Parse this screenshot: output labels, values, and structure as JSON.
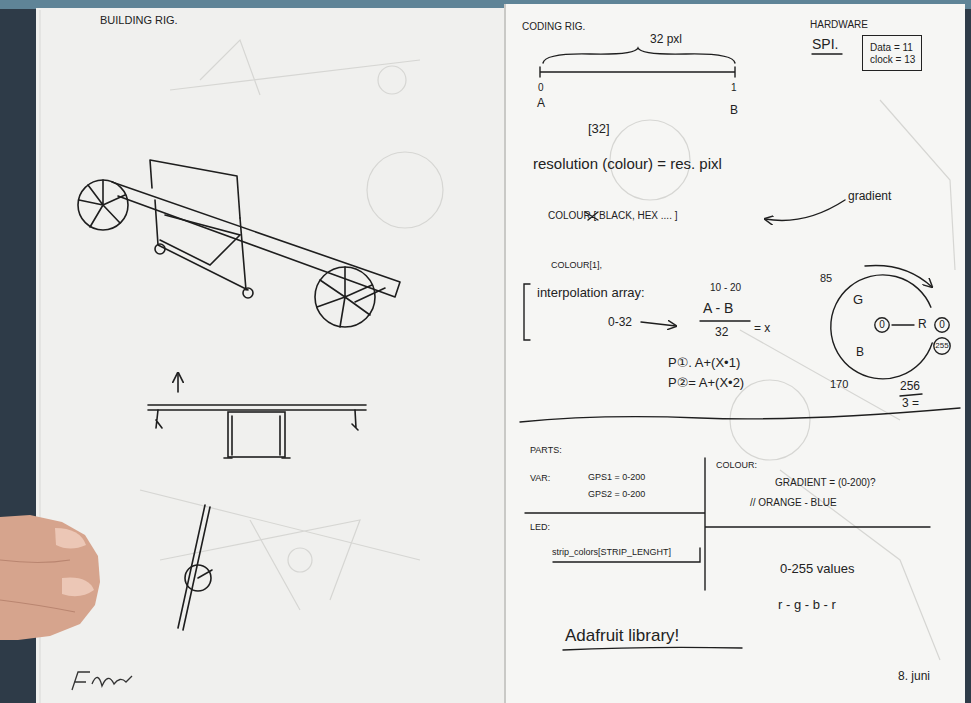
{
  "diagram": {
    "nodes": [
      {
        "text": [
          "Data = 11",
          "clock = 13"
        ]
      },
      {
        "text": [
          "0"
        ]
      },
      {
        "text": [
          "0"
        ]
      },
      {
        "text": [
          "255"
        ]
      }
    ],
    "labels": [
      "BUILDING RIG.",
      "CODING RIG.",
      "HARDWARE",
      "SPI.",
      "32 pxl",
      "0",
      "A",
      "1",
      "B",
      "[32]",
      "resolution (colour) = res. pixl",
      "gradient",
      "COLOUR [ BLACK, HEX .... ]",
      "COLOUR[1],",
      "interpolation array:",
      "10 - 20",
      "A - B",
      "0-32",
      "32",
      "= x",
      "85",
      "G",
      "R",
      "B",
      "170",
      "256",
      "3 =",
      "P①. A+(X•1)",
      "P②= A+(X•2)",
      "PARTS:",
      "VAR:",
      "GPS1 = 0-200",
      "GPS2 = 0-200",
      "COLOUR:",
      "GRADIENT = (0-200)?",
      "// ORANGE - BLUE",
      "LED:",
      "strip_colors[STRIP_LENGHT]",
      "0-255 values",
      "r - g - b - r",
      "Adafruit library!",
      "8. juni"
    ]
  }
}
